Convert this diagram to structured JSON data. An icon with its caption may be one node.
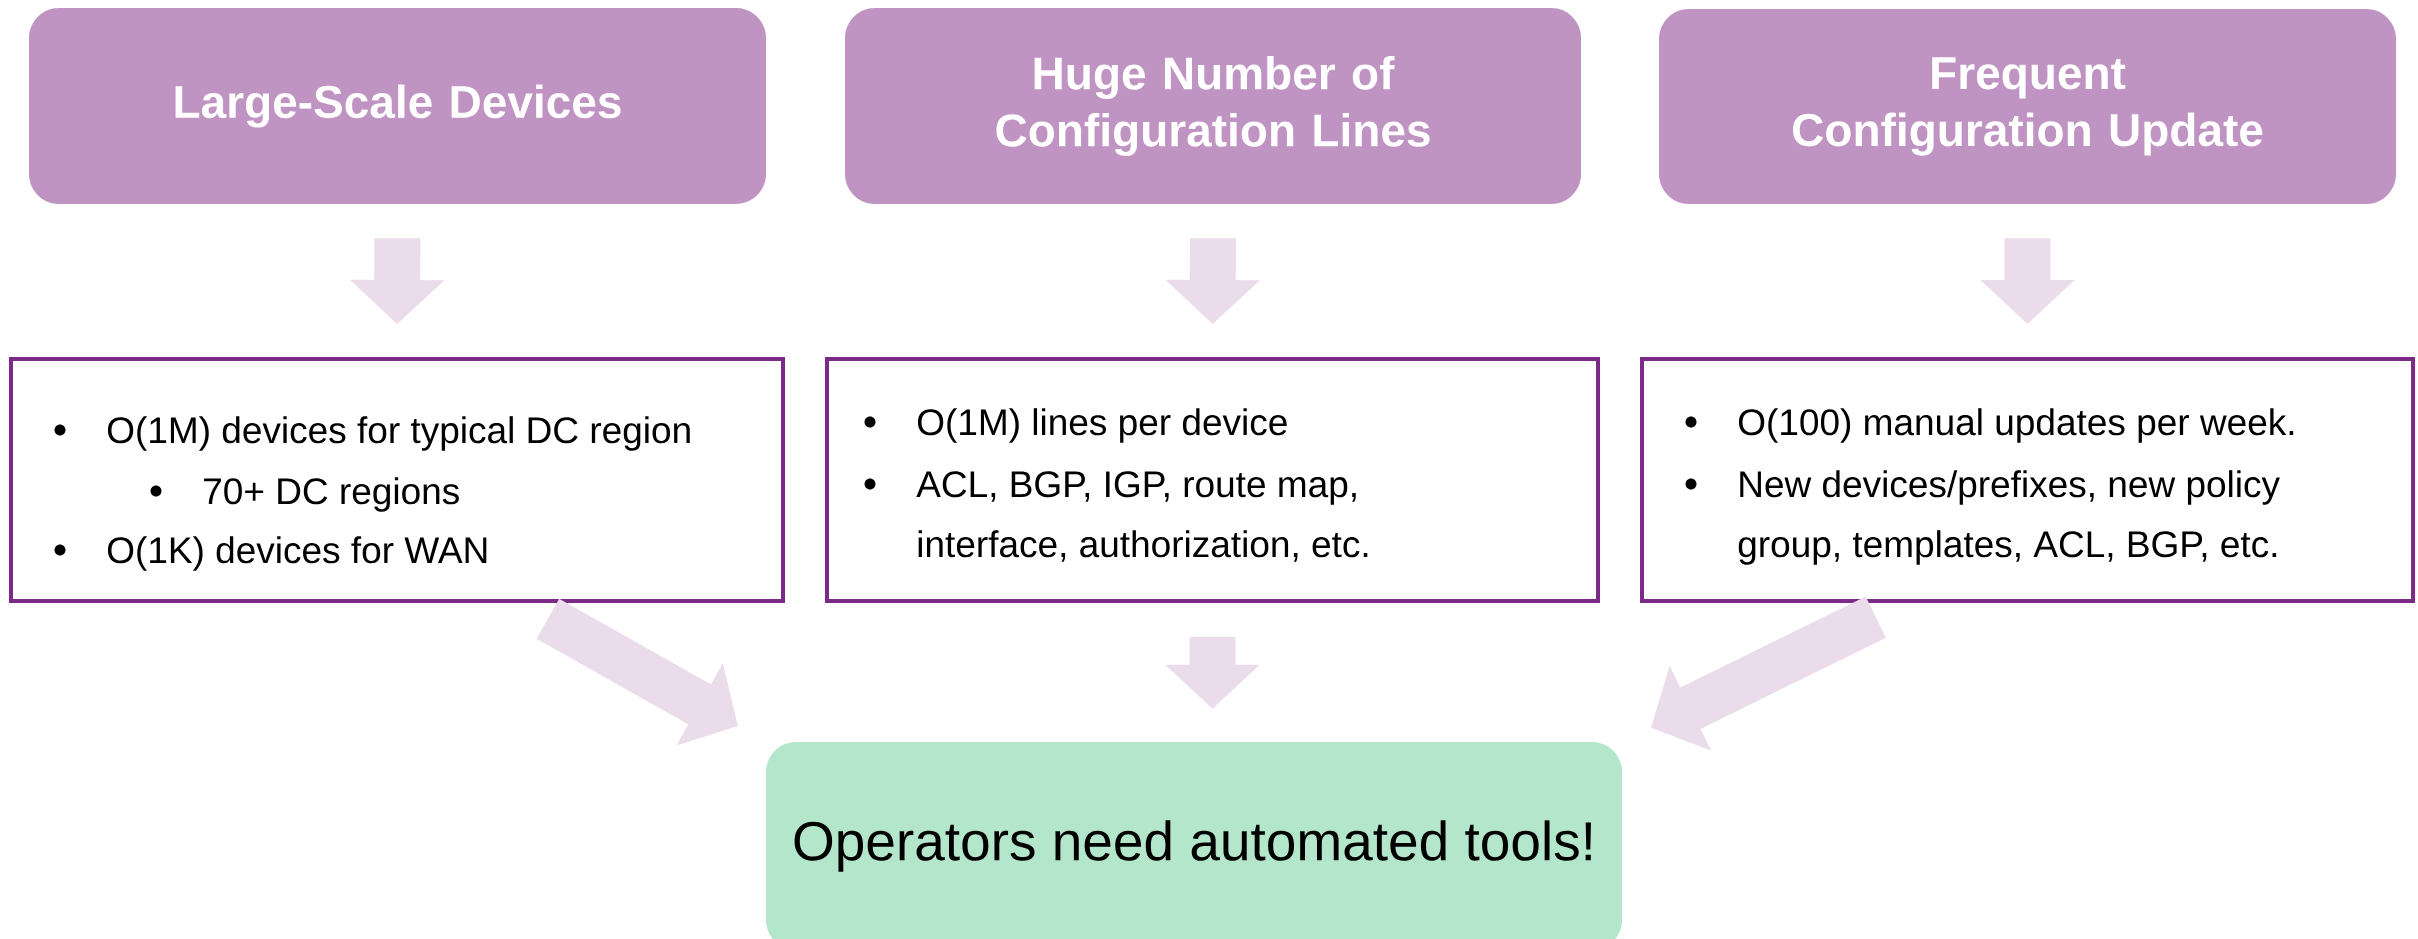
{
  "diagram": {
    "nodes": [
      {
        "text": [
          "Large-Scale Devices"
        ]
      },
      {
        "text": [
          "Huge Number of Configuration Lines"
        ]
      },
      {
        "text": [
          "Frequent Configuration Update"
        ]
      },
      {
        "text": [
          "O(1M) devices for typical DC region",
          "70+ DC regions",
          "O(1K) devices for WAN"
        ]
      },
      {
        "text": [
          "O(1M) lines per device",
          "ACL, BGP, IGP, route map, interface, authorization, etc."
        ]
      },
      {
        "text": [
          "O(100) manual updates per week.",
          "New devices/prefixes, new policy group, templates, ACL, BGP, etc."
        ]
      },
      {
        "text": [
          "Operators need automated tools!"
        ]
      }
    ],
    "edges": [
      {
        "from": 0,
        "to": 3,
        "arrow": "to"
      },
      {
        "from": 1,
        "to": 4,
        "arrow": "to"
      },
      {
        "from": 2,
        "to": 5,
        "arrow": "to"
      },
      {
        "from": 3,
        "to": 6,
        "arrow": "to"
      },
      {
        "from": 4,
        "to": 6,
        "arrow": "to"
      },
      {
        "from": 5,
        "to": 6,
        "arrow": "to"
      }
    ]
  }
}
